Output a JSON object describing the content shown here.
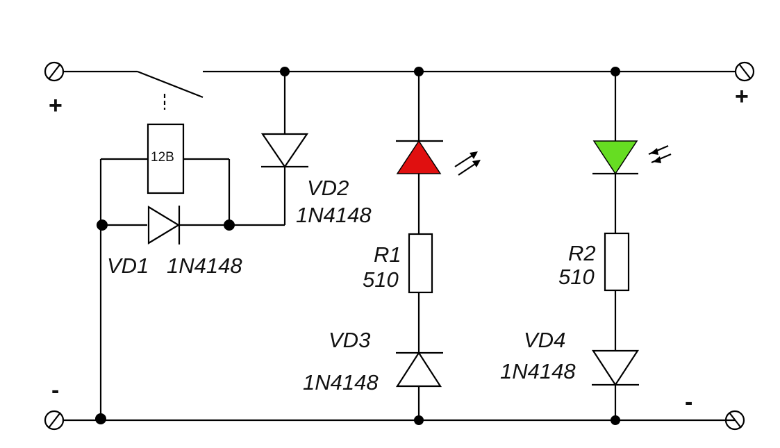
{
  "terminals": {
    "plus_left": "+",
    "plus_right": "+",
    "minus_left": "-",
    "minus_right": "-"
  },
  "relay": {
    "label": "12В"
  },
  "components": {
    "vd1": {
      "name": "VD1",
      "part": "1N4148"
    },
    "vd2": {
      "name": "VD2",
      "part": "1N4148"
    },
    "vd3": {
      "name": "VD3",
      "part": "1N4148"
    },
    "vd4": {
      "name": "VD4",
      "part": "1N4148"
    },
    "r1": {
      "name": "R1",
      "value": "510"
    },
    "r2": {
      "name": "R2",
      "value": "510"
    }
  },
  "colors": {
    "led_red": "#e01010",
    "led_green": "#66dd22",
    "wire": "#000000",
    "background": "#ffffff"
  }
}
